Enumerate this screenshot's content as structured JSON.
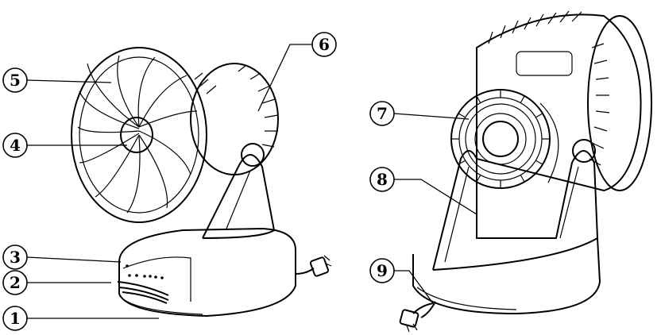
{
  "callouts": [
    {
      "id": "c1",
      "label": "1"
    },
    {
      "id": "c2",
      "label": "2"
    },
    {
      "id": "c3",
      "label": "3"
    },
    {
      "id": "c4",
      "label": "4"
    },
    {
      "id": "c5",
      "label": "5"
    },
    {
      "id": "c6",
      "label": "6"
    },
    {
      "id": "c7",
      "label": "7"
    },
    {
      "id": "c8",
      "label": "8"
    },
    {
      "id": "c9",
      "label": "9"
    }
  ],
  "icons": {
    "front_view": "fan-front-view-illustration",
    "rear_view": "fan-rear-view-illustration"
  }
}
